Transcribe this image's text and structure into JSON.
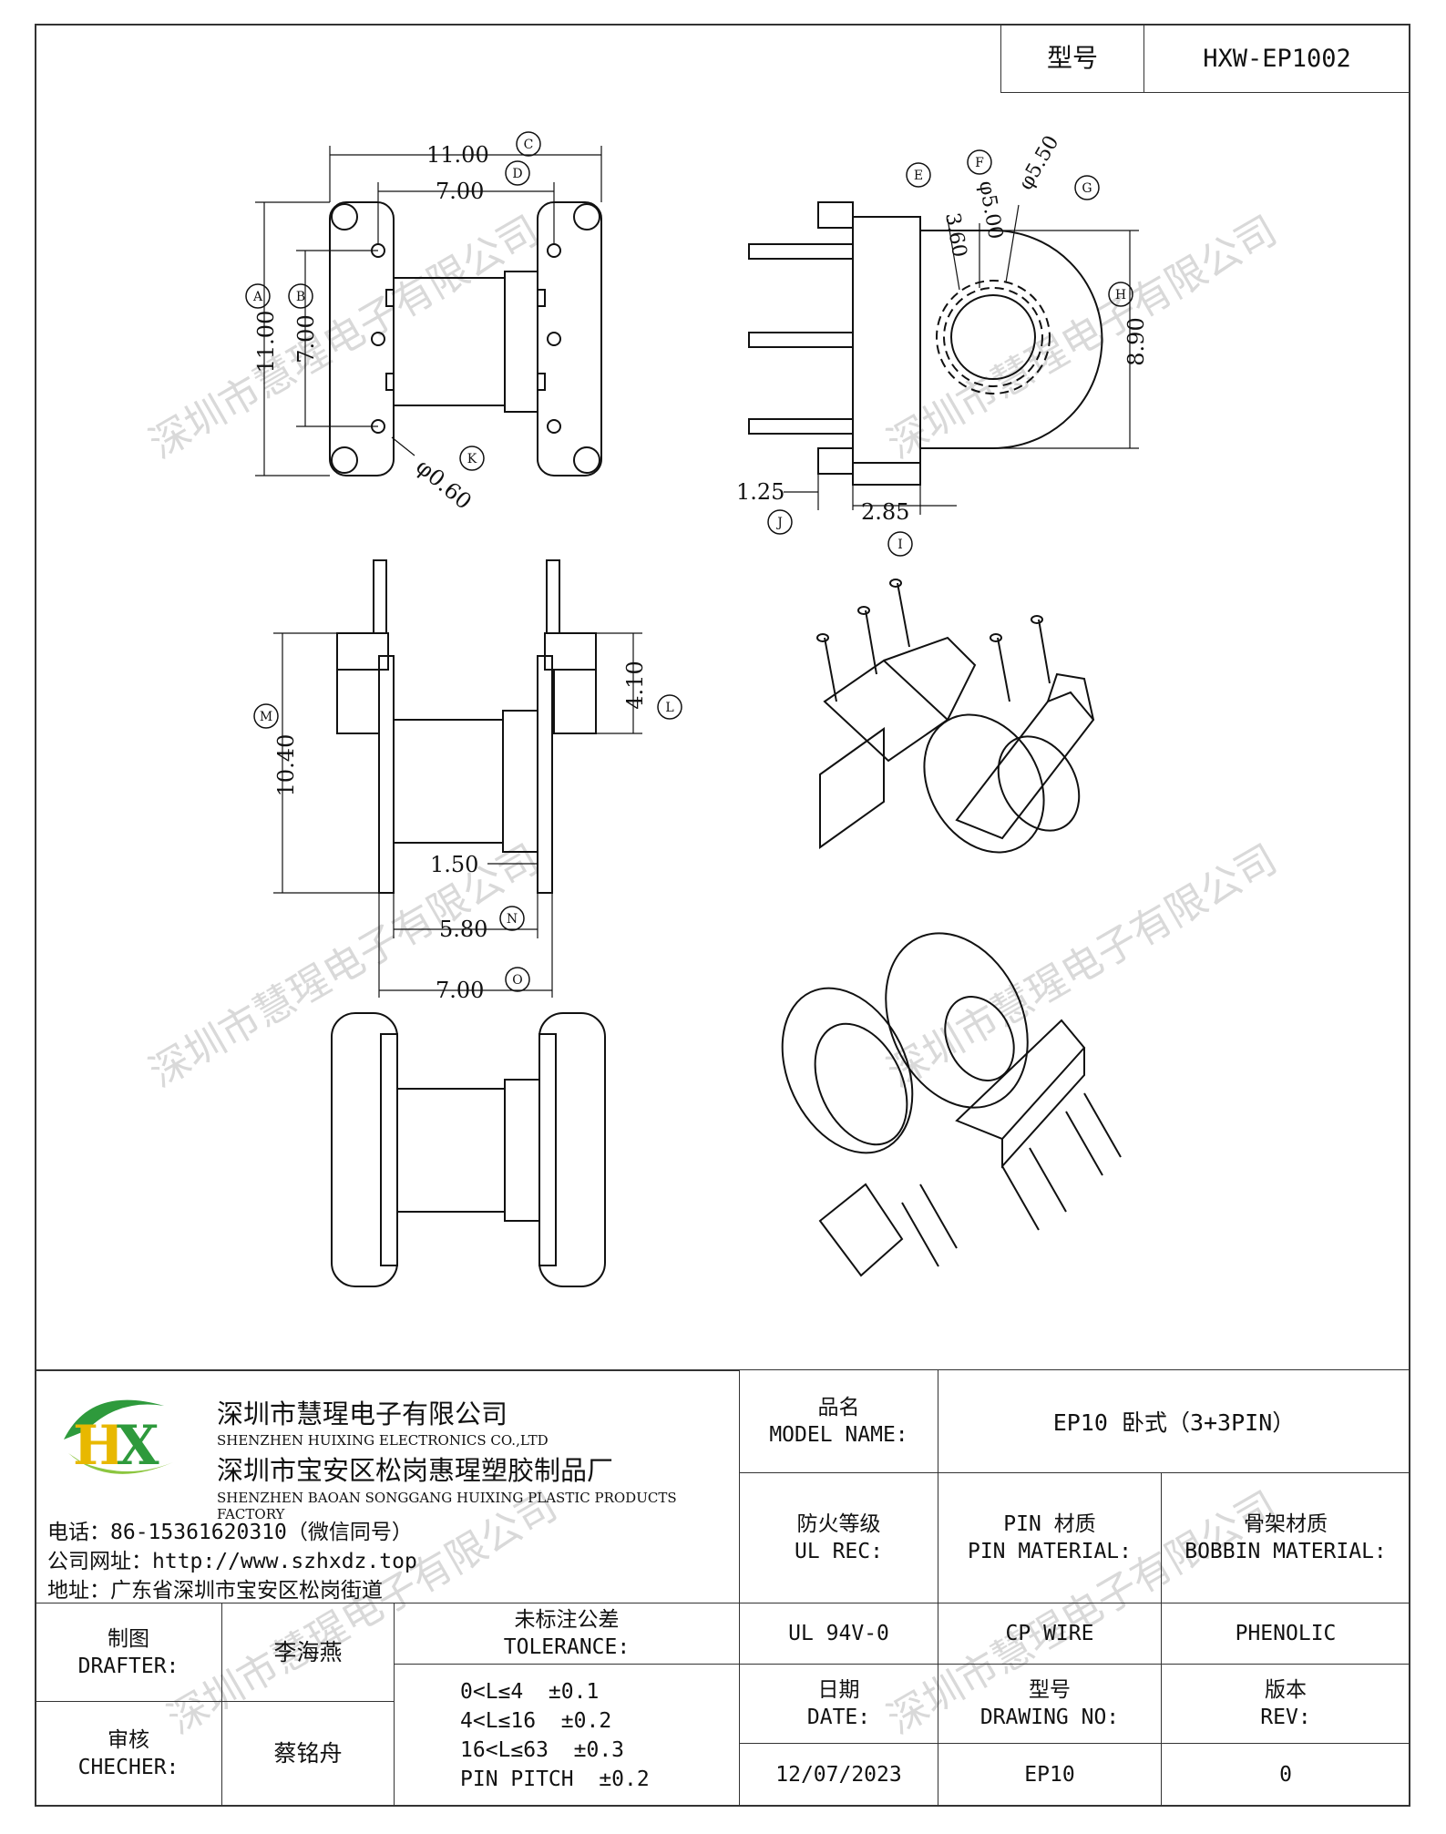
{
  "header": {
    "model_label": "型号",
    "model_value": "HXW-EP1002"
  },
  "drawing": {
    "dimensions": {
      "a": "11.00",
      "b": "7.00",
      "c": "11.00",
      "d": "7.00",
      "e": "3.60",
      "f": "φ5.00",
      "g": "φ5.50",
      "h": "8.90",
      "i": "2.85",
      "j": "1.25",
      "k": "φ0.60",
      "l": "4.10",
      "m": "10.40",
      "n": "5.80",
      "o": "7.00",
      "p": "1.50"
    },
    "markers": [
      "A",
      "B",
      "C",
      "D",
      "E",
      "F",
      "G",
      "H",
      "I",
      "J",
      "K",
      "L",
      "M",
      "N",
      "O"
    ]
  },
  "watermark": "深圳市慧瑆电子有限公司",
  "company": {
    "name_cn": "深圳市慧瑆电子有限公司",
    "name_en": "SHENZHEN HUIXING ELECTRONICS CO.,LTD",
    "factory_cn": "深圳市宝安区松岗惠瑆塑胶制品厂",
    "factory_en": "SHENZHEN BAOAN SONGGANG HUIXING PLASTIC PRODUCTS FACTORY",
    "phone": "电话：86-15361620310（微信同号）",
    "website": "公司网址：http://www.szhxdz.top",
    "address": "地址：广东省深圳市宝安区松岗街道",
    "logo_text": "HX",
    "colors": {
      "green": "#2e9a3c",
      "yellow": "#e8b800",
      "light_green": "#8cc63f"
    }
  },
  "title_block": {
    "model_name_cn": "品名",
    "model_name_en": "MODEL NAME:",
    "model_name_value": "EP10 卧式（3+3PIN）",
    "fire_cn": "防火等级",
    "fire_en": "UL REC:",
    "fire_value": "UL 94V-0",
    "pin_cn": "PIN 材质",
    "pin_en": "PIN MATERIAL:",
    "pin_value": "CP WIRE",
    "bobbin_cn": "骨架材质",
    "bobbin_en": "BOBBIN MATERIAL:",
    "bobbin_value": "PHENOLIC",
    "drafter_cn": "制图",
    "drafter_en": "DRAFTER:",
    "drafter_value": "李海燕",
    "checker_cn": "审核",
    "checker_en": "CHECHER:",
    "checker_value": "蔡铭舟",
    "tolerance_cn": "未标注公差",
    "tolerance_en": "TOLERANCE:",
    "tolerances": [
      "0<L≤4  ±0.1",
      "4<L≤16  ±0.2",
      "16<L≤63  ±0.3",
      "PIN PITCH  ±0.2"
    ],
    "date_cn": "日期",
    "date_en": "DATE:",
    "date_value": "12/07/2023",
    "drawing_no_cn": "型号",
    "drawing_no_en": "DRAWING NO:",
    "drawing_no_value": "EP10",
    "rev_cn": "版本",
    "rev_en": "REV:",
    "rev_value": "0"
  }
}
